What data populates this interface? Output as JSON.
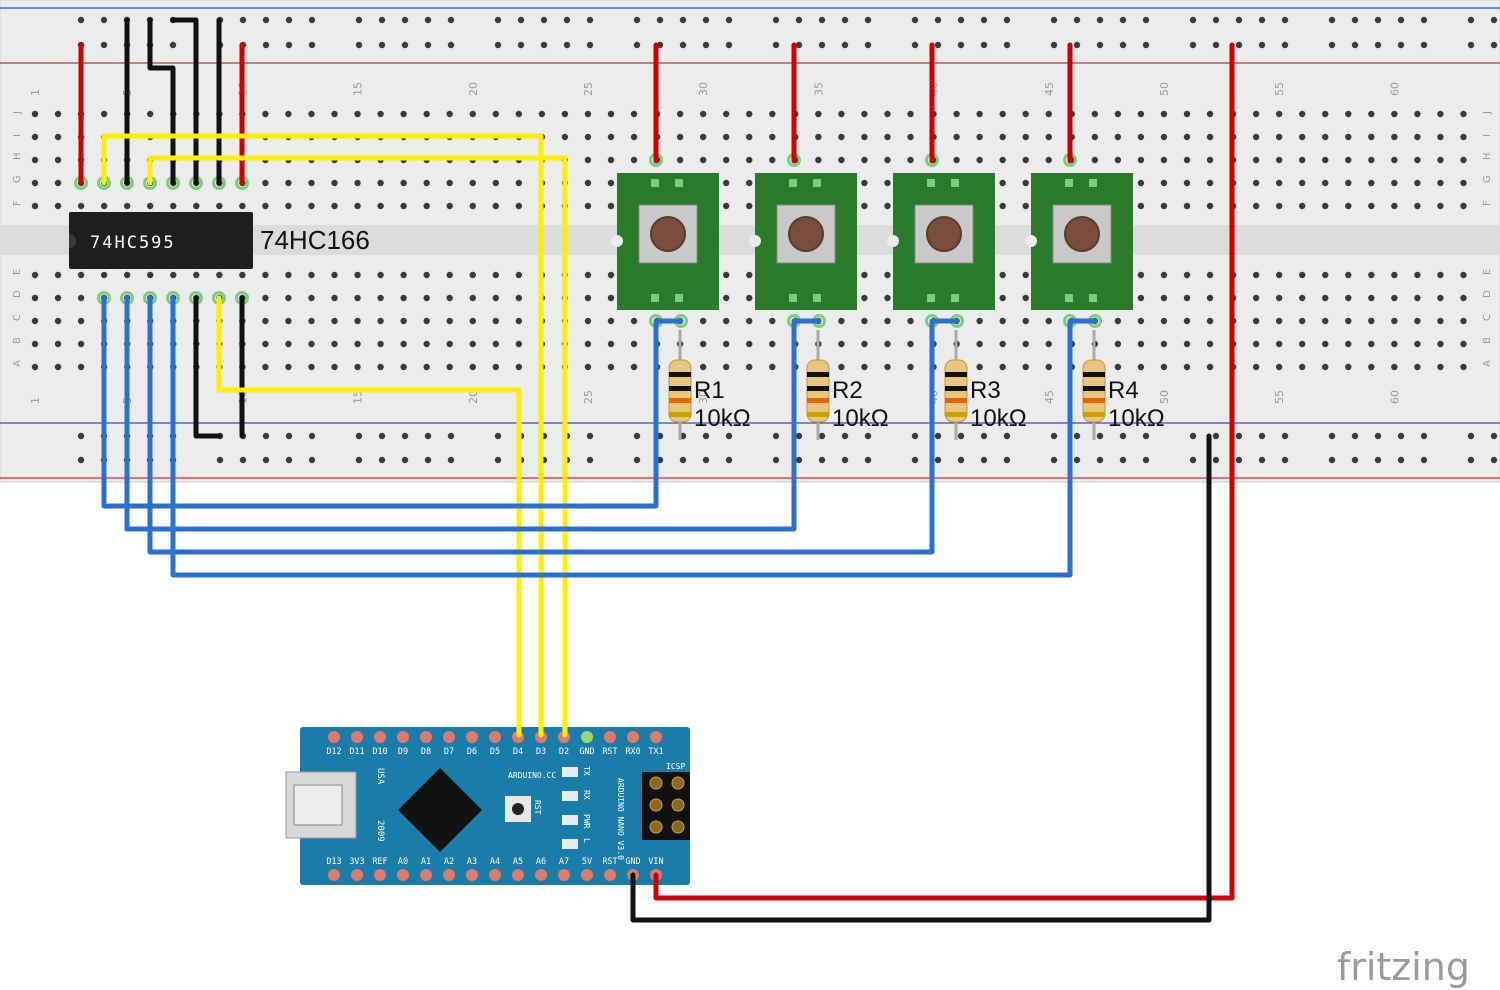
{
  "breadboard": {
    "column_numbers_top": [
      "1",
      "5",
      "10",
      "15",
      "20",
      "25",
      "30",
      "35",
      "40",
      "45",
      "50",
      "55",
      "60"
    ],
    "column_numbers_bottom": [
      "1",
      "5",
      "10",
      "15",
      "20",
      "25",
      "30",
      "35",
      "40",
      "45",
      "50",
      "55",
      "60"
    ],
    "row_letters_top": [
      "J",
      "I",
      "H",
      "G",
      "F"
    ],
    "row_letters_bottom": [
      "E",
      "D",
      "C",
      "B",
      "A"
    ]
  },
  "ic": {
    "chip_text": "74HC595",
    "label": "74HC166"
  },
  "buttons": [
    {
      "name": "button-1"
    },
    {
      "name": "button-2"
    },
    {
      "name": "button-3"
    },
    {
      "name": "button-4"
    }
  ],
  "resistors": [
    {
      "name": "R1",
      "value": "10kΩ"
    },
    {
      "name": "R2",
      "value": "10kΩ"
    },
    {
      "name": "R3",
      "value": "10kΩ"
    },
    {
      "name": "R4",
      "value": "10kΩ"
    }
  ],
  "arduino": {
    "top_pins": [
      "D12",
      "D11",
      "D10",
      "D9",
      "D8",
      "D7",
      "D6",
      "D5",
      "D4",
      "D3",
      "D2",
      "GND",
      "RST",
      "RX0",
      "TX1"
    ],
    "bottom_pins": [
      "D13",
      "3V3",
      "REF",
      "A0",
      "A1",
      "A2",
      "A3",
      "A4",
      "A5",
      "A6",
      "A7",
      "5V",
      "RST",
      "GND",
      "VIN"
    ],
    "brand_text": "ARDUINO.CC",
    "board_name": "ARDUINO NANO V3.0",
    "usa_text": "USA",
    "year_text": "2009",
    "rst_text": "RST",
    "icsp_text": "ICSP",
    "led_labels": [
      "TX",
      "RX",
      "PWR",
      "L"
    ]
  },
  "colors": {
    "wire_red": "#cc0000",
    "wire_black": "#111111",
    "wire_yellow": "#ffee00",
    "wire_blue": "#2b6fcf",
    "pcb_green": "#2a7a2a",
    "arduino_blue": "#1a7ca8",
    "breadboard": "#ececec"
  },
  "watermark": "fritzing"
}
